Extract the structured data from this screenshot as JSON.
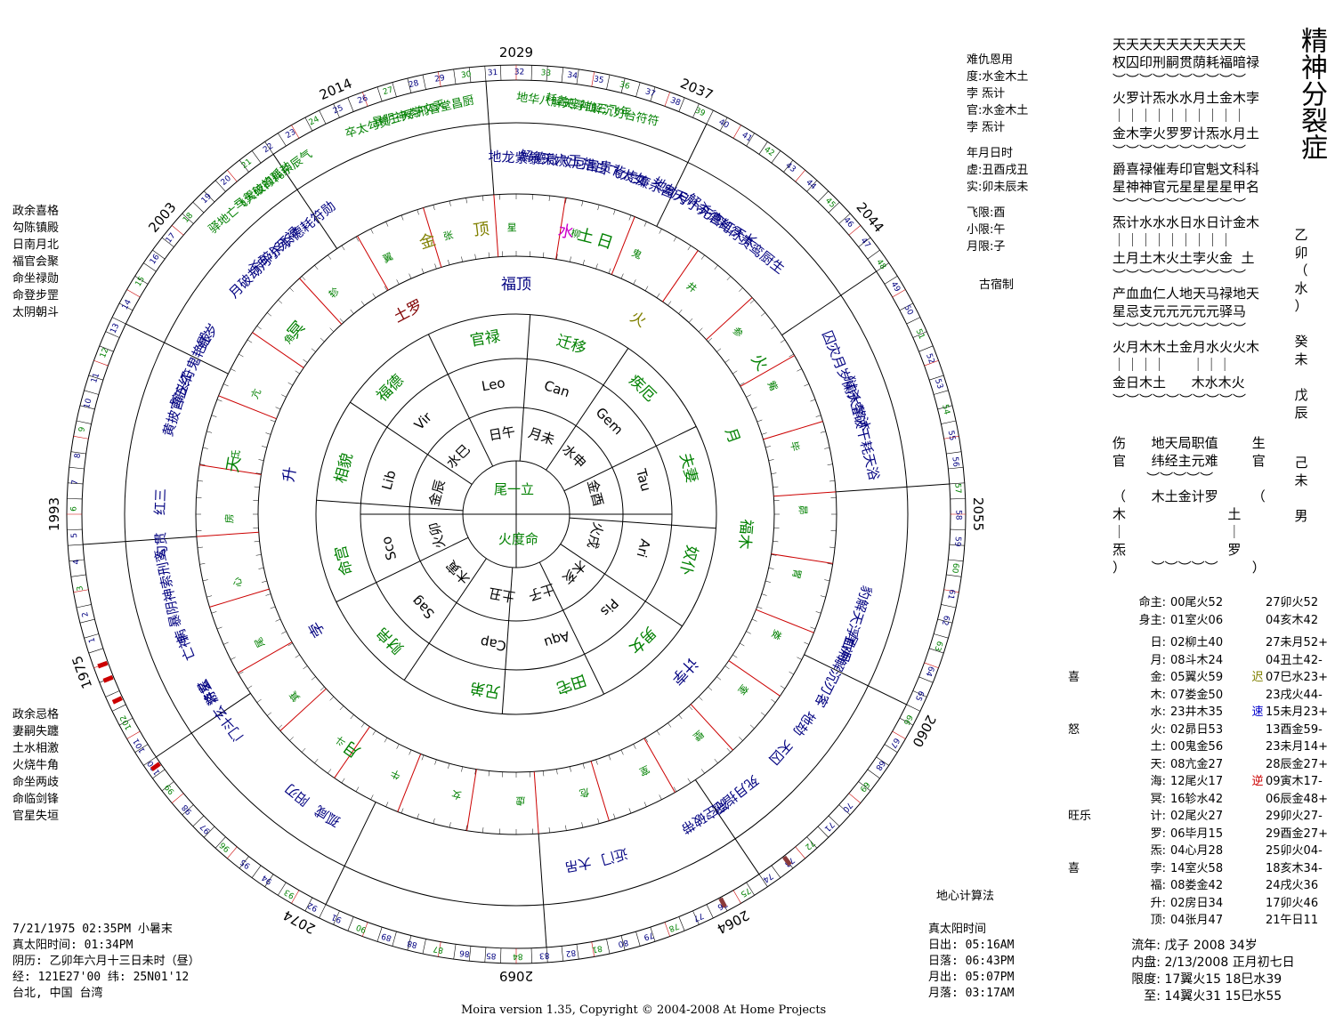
{
  "title": "精神分裂症",
  "top_info": {
    "header": "难仇恩用",
    "du_label": "度:",
    "du_value": "水金木土",
    "du_value2": "孛  炁计",
    "guan_label": "官:",
    "guan_value": "水金木土",
    "guan_value2": "孛  炁计",
    "nyrs": "年月日时",
    "xu_label": "虚:",
    "xu_value": "丑酉戌丑",
    "shi_label": "实:",
    "shi_value": "卯未辰未",
    "feixian_label": "飞限:",
    "feixian_value": "酉",
    "xiaoxian_label": "小限:",
    "xiaoxian_value": "午",
    "yuexian_label": "月限:",
    "yuexian_value": "子",
    "guxiu": "古宿制"
  },
  "left_top_list": [
    "政余喜格",
    "勾陈镇殿",
    "日南月北",
    "福官会聚",
    "命坐禄勋",
    "命登步罡",
    "太阴朝斗"
  ],
  "left_bottom_list": [
    "政余忌格",
    "妻嗣失躔",
    "土水相激",
    "火烧牛角",
    "命坐两歧",
    "命临剑锋",
    "官星失垣"
  ],
  "birth_info": {
    "line1": "7/21/1975 02:35PM 小暑末",
    "line2": "真太阳时间: 01:34PM",
    "line3": "阴历: 乙卯年六月十三日未时（昼）",
    "line4": "经: 121E27'00  纬: 25N01'12",
    "line5": "台北, 中国 台湾"
  },
  "geo_method": "地心计算法",
  "sun_moon": {
    "header": "真太阳时间",
    "sunrise": "日出: 05:16AM",
    "sunset": "日落: 06:43PM",
    "moonrise": "月出: 05:07PM",
    "moonset": "月落: 03:17AM"
  },
  "footer": "Moira version 1.35, Copyright © 2004-2008 At Home Projects",
  "right_grid": [
    "天天天天天天天天天天",
    "权囚印刑嗣贯荫耗福暗禄",
    "︶︶︶︶︶︶︶︶︶︶",
    "火罗计炁水水月土金木孛",
    "｜｜｜｜｜｜｜｜｜｜",
    "金木孛火罗罗计炁水月土",
    "︶︶︶︶︶︶︶︶︶︶",
    "爵喜禄催寿印官魁文科科",
    "星神神官元星星星星甲名",
    "︶︶︶︶︶︶︶︶︶︶",
    "炁计水水水日水日计金木",
    "｜｜｜｜｜｜｜｜｜",
    "土月土木火土孛火金  土",
    "︶︶︶︶︶︶︶︶︶︶",
    "产血血仁人地天马禄地天",
    "星忌支元元元元元驿马",
    "︶︶︶︶︶︶︶︶︶︶",
    "火月木木土金月水火火木",
    "｜｜｜｜      ｜｜｜",
    "金日木土      木水木火",
    "︶︶︶︶︶︶︶︶︶︶"
  ],
  "right_col": [
    "乙",
    "卯",
    "（",
    "水",
    "）",
    "",
    "癸",
    "未",
    "",
    "戊",
    "辰"
  ],
  "bottom_grid": {
    "r1": "伤      地天局职值        生",
    "r2": "官      纬经主元难        官",
    "r3": "        ︶︶︶︶︶",
    "r4": "（      木土金计罗        （",
    "r5": "木                        土",
    "r6": "｜                        ｜",
    "r7": "炁                        罗",
    "r8": "）      ︶︶︶︶︶        ）",
    "extra": [
      "己",
      "未",
      "",
      "男"
    ]
  },
  "planets": [
    {
      "a": "",
      "name": "命主:",
      "p1": "00尾火52",
      "mark": "",
      "p2": "27卯火52"
    },
    {
      "a": "",
      "name": "身主:",
      "p1": "01室火06",
      "mark": "",
      "p2": "04亥木42"
    },
    {
      "a": "",
      "name": "日:",
      "p1": "02柳土40",
      "mark": "",
      "p2": "27未月52+"
    },
    {
      "a": "",
      "name": "月:",
      "p1": "08斗木24",
      "mark": "",
      "p2": "04丑土42-"
    },
    {
      "a": "喜",
      "name": "金:",
      "p1": "05翼火59",
      "mark": "迟",
      "p2": "07巳水23+"
    },
    {
      "a": "",
      "name": "木:",
      "p1": "07娄金50",
      "mark": "",
      "p2": "23戌火44-"
    },
    {
      "a": "",
      "name": "水:",
      "p1": "23井木35",
      "mark": "速",
      "p2": "15未月23+"
    },
    {
      "a": "怒",
      "name": "火:",
      "p1": "02昴日53",
      "mark": "",
      "p2": "13酉金59-"
    },
    {
      "a": "",
      "name": "土:",
      "p1": "00鬼金56",
      "mark": "",
      "p2": "23未月14+"
    },
    {
      "a": "",
      "name": "天:",
      "p1": "08亢金27",
      "mark": "",
      "p2": "28辰金27+"
    },
    {
      "a": "",
      "name": "海:",
      "p1": "12尾火17",
      "mark": "逆",
      "p2": "09寅木17-"
    },
    {
      "a": "",
      "name": "冥:",
      "p1": "16轸水42",
      "mark": "",
      "p2": "06辰金48+"
    },
    {
      "a": "旺乐",
      "name": "计:",
      "p1": "02尾火27",
      "mark": "",
      "p2": "29卯火27-"
    },
    {
      "a": "",
      "name": "罗:",
      "p1": "06毕月15",
      "mark": "",
      "p2": "29酉金27+"
    },
    {
      "a": "",
      "name": "炁:",
      "p1": "04心月28",
      "mark": "",
      "p2": "25卯火04-"
    },
    {
      "a": "喜",
      "name": "孛:",
      "p1": "14室火58",
      "mark": "",
      "p2": "18亥木34-"
    },
    {
      "a": "",
      "name": "福:",
      "p1": "08娄金42",
      "mark": "",
      "p2": "24戌火36"
    },
    {
      "a": "",
      "name": "升:",
      "p1": "02房日34",
      "mark": "",
      "p2": "17卯火46"
    },
    {
      "a": "",
      "name": "顶:",
      "p1": "04张月47",
      "mark": "",
      "p2": "21午日11"
    }
  ],
  "liunian": {
    "l1_label": "流年:",
    "l1_value": "戊子  2008  34岁",
    "l2_label": "内盘:",
    "l2_value": "2/13/2008  正月初七日",
    "l3_label": "限度:",
    "l3_value": "17翼火15   18巳水39",
    "l4_label": "至:",
    "l4_value": "14翼火31   15巳水55"
  },
  "wheel": {
    "years": [
      {
        "t": "2029",
        "deg": 90
      },
      {
        "t": "2037",
        "deg": 67
      },
      {
        "t": "2044",
        "deg": 40
      },
      {
        "t": "2055",
        "deg": 0
      },
      {
        "t": "2060",
        "deg": -28
      },
      {
        "t": "2064",
        "deg": -62
      },
      {
        "t": "2069",
        "deg": -90
      },
      {
        "t": "2074",
        "deg": -118
      },
      {
        "t": "1975",
        "deg": -160
      },
      {
        "t": "1993",
        "deg": 180
      },
      {
        "t": "2003",
        "deg": 140
      },
      {
        "t": "2014",
        "deg": 113
      }
    ],
    "center_text": [
      "尾一立",
      "火度命"
    ],
    "signs_inner": [
      {
        "t": "Leo",
        "deg": 100
      },
      {
        "t": "Can",
        "deg": 72
      },
      {
        "t": "Gem",
        "deg": 45
      },
      {
        "t": "Tau",
        "deg": 15
      },
      {
        "t": "Ari",
        "deg": -15
      },
      {
        "t": "Pis",
        "deg": -45
      },
      {
        "t": "Aqu",
        "deg": -72
      },
      {
        "t": "Cap",
        "deg": -100
      },
      {
        "t": "Sag",
        "deg": -135
      },
      {
        "t": "Sco",
        "deg": -165
      },
      {
        "t": "Lib",
        "deg": 165
      },
      {
        "t": "Vir",
        "deg": 135
      }
    ],
    "branches": [
      {
        "t": "日午",
        "deg": 100
      },
      {
        "t": "月未",
        "deg": 72
      },
      {
        "t": "水申",
        "deg": 45
      },
      {
        "t": "金酉",
        "deg": 15
      },
      {
        "t": "火戌",
        "deg": -15
      },
      {
        "t": "木亥",
        "deg": -45
      },
      {
        "t": "土子",
        "deg": -72
      },
      {
        "t": "土丑",
        "deg": -100
      },
      {
        "t": "木寅",
        "deg": -135
      },
      {
        "t": "火卯",
        "deg": -165
      },
      {
        "t": "金辰",
        "deg": 165
      },
      {
        "t": "水巳",
        "deg": 135
      }
    ],
    "houses": [
      {
        "t": "官禄",
        "deg": 100
      },
      {
        "t": "迁移",
        "deg": 72
      },
      {
        "t": "疾厄",
        "deg": 45
      },
      {
        "t": "夫妻",
        "deg": 15
      },
      {
        "t": "奴仆",
        "deg": -15
      },
      {
        "t": "男女",
        "deg": -45
      },
      {
        "t": "田宅",
        "deg": -72
      },
      {
        "t": "兄弟",
        "deg": -100
      },
      {
        "t": "财帛",
        "deg": -135
      },
      {
        "t": "命宫",
        "deg": -165
      },
      {
        "t": "相貌",
        "deg": 165
      },
      {
        "t": "福德",
        "deg": 135
      }
    ],
    "ring_planets": [
      {
        "t": "福顶",
        "deg": 90,
        "c": "#000080"
      },
      {
        "t": "火",
        "deg": 58,
        "c": "#808000"
      },
      {
        "t": "月",
        "deg": 20,
        "c": "#008000"
      },
      {
        "t": "福木",
        "deg": -5,
        "c": "#008000"
      },
      {
        "t": "孛",
        "deg": -150,
        "c": "#000080"
      },
      {
        "t": "升",
        "deg": 170,
        "c": "#000080"
      },
      {
        "t": "土罗",
        "deg": 118,
        "c": "#800000"
      },
      {
        "t": "计孛",
        "deg": -43,
        "c": "#000080"
      }
    ],
    "outer_planets": [
      {
        "t": "日",
        "deg": 72,
        "c": "#008000"
      },
      {
        "t": "土",
        "deg": 76,
        "c": "#008000"
      },
      {
        "t": "水",
        "deg": 80,
        "c": "#cc00cc"
      },
      {
        "t": "顶",
        "deg": 97,
        "c": "#808000"
      },
      {
        "t": "金",
        "deg": 108,
        "c": "#808000"
      },
      {
        "t": "冥",
        "deg": 140,
        "c": "#008000"
      },
      {
        "t": "天",
        "deg": 170,
        "c": "#008000"
      },
      {
        "t": "月",
        "deg": -125,
        "c": "#008000"
      },
      {
        "t": "火",
        "deg": 32,
        "c": "#008000"
      }
    ],
    "stars_ring1": [
      {
        "t": "地劫月小死官红天长",
        "deg": 58
      },
      {
        "t": "解杀德耗符贵鸾厨生",
        "deg": 52
      },
      {
        "t": "指白飞大女",
        "deg": 74
      },
      {
        "t": "背虎廉杀昌天",
        "deg": 68
      },
      {
        "t": "地龙紫暴天六玉",
        "deg": 87
      },
      {
        "t": "解德微败厄害贵",
        "deg": 82
      },
      {
        "t": "囚灾月岁阑大擎沐",
        "deg": 22
      },
      {
        "t": "狱杀空破干耗天浴",
        "deg": 14
      },
      {
        "t": "豹解天浮血月",
        "deg": -18
      },
      {
        "t": "尾神解沉刃客",
        "deg": -26
      },
      {
        "t": "地劫",
        "deg": -36
      },
      {
        "t": "天囚",
        "deg": -42
      },
      {
        "t": "死月指冠",
        "deg": -52
      },
      {
        "t": "符空破带",
        "deg": -58
      },
      {
        "t": "近门",
        "deg": -74
      },
      {
        "t": "大吊",
        "deg": -80
      },
      {
        "t": "月破劫月小死禄",
        "deg": 135
      },
      {
        "t": "杀碎杀杀德耗符勋",
        "deg": 129
      },
      {
        "t": "红岁",
        "deg": 150
      },
      {
        "t": "黄披官五红",
        "deg": 162
      },
      {
        "t": "蹿头符鬼艳殿",
        "deg": 156
      },
      {
        "t": "红三",
        "deg": 178
      },
      {
        "t": "勾贯",
        "deg": 185
      },
      {
        "t": "暴阴神索刑鸾",
        "deg": 192
      },
      {
        "t": "游玄",
        "deg": -150
      },
      {
        "t": "门斗玄",
        "deg": -144
      },
      {
        "t": "病",
        "deg": -160
      },
      {
        "t": "亡神",
        "deg": -158
      },
      {
        "t": "将星",
        "deg": -150
      },
      {
        "t": "阳刃",
        "deg": -128
      },
      {
        "t": "孤咸",
        "deg": -122
      }
    ],
    "stars_outer": [
      {
        "t": "卒太勾贯三天学文天",
        "deg": 107
      },
      {
        "t": "暴阴神索刑喜堂昌厨",
        "deg": 103
      },
      {
        "t": "驿地亡飞大破的孤劫",
        "deg": 130
      },
      {
        "t": "马鸳绞禄耗杀辰气",
        "deg": 126
      },
      {
        "t": "地华八解天浮血三飞年",
        "deg": 82
      },
      {
        "t": "耗盖座神解沉刃台符符",
        "deg": 78
      }
    ]
  }
}
